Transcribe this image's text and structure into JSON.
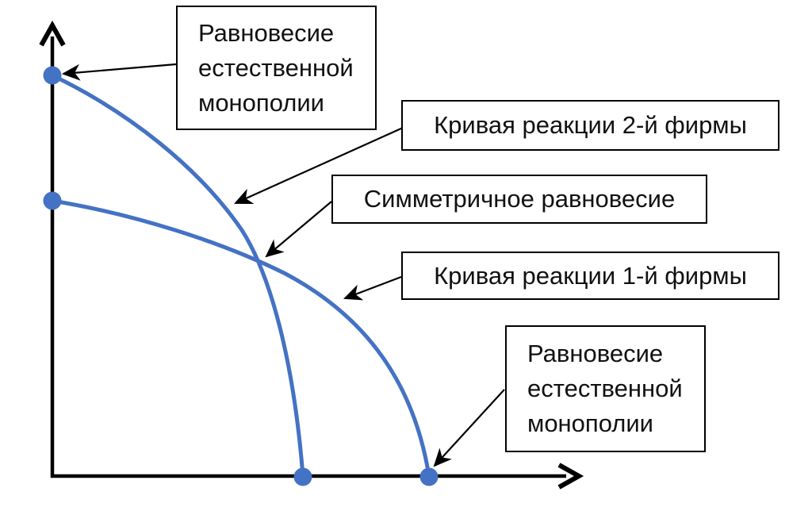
{
  "diagram": {
    "kind": "reaction-curves-plot",
    "language": "ru"
  },
  "colors": {
    "curve_blue": "#4472C4",
    "axis_black": "#000000",
    "box_border": "#000000",
    "text": "#111111",
    "background": "#FFFFFF"
  },
  "labels": {
    "natural_monopoly_top": {
      "lines": [
        "Равновесие",
        "естественной",
        "монополии"
      ],
      "points_to": "intercept of firm-2 reaction curve on vertical axis"
    },
    "reaction_curve_firm2": {
      "text": "Кривая реакции 2-й фирмы",
      "points_to": "steep blue curve"
    },
    "symmetric_equilibrium": {
      "text": "Симметричное равновесие",
      "points_to": "intersection of the two reaction curves"
    },
    "reaction_curve_firm1": {
      "text": "Кривая реакции 1-й фирмы",
      "points_to": "shallow blue curve"
    },
    "natural_monopoly_bottom": {
      "lines": [
        "Равновесие",
        "естественной",
        "монополии"
      ],
      "points_to": "intercept of firm-1 reaction curve on horizontal axis"
    }
  },
  "marked_points": [
    "firm2-curve-y-axis-intercept",
    "firm1-curve-y-axis-intercept",
    "firm2-curve-x-axis-intercept",
    "firm1-curve-x-axis-intercept"
  ]
}
